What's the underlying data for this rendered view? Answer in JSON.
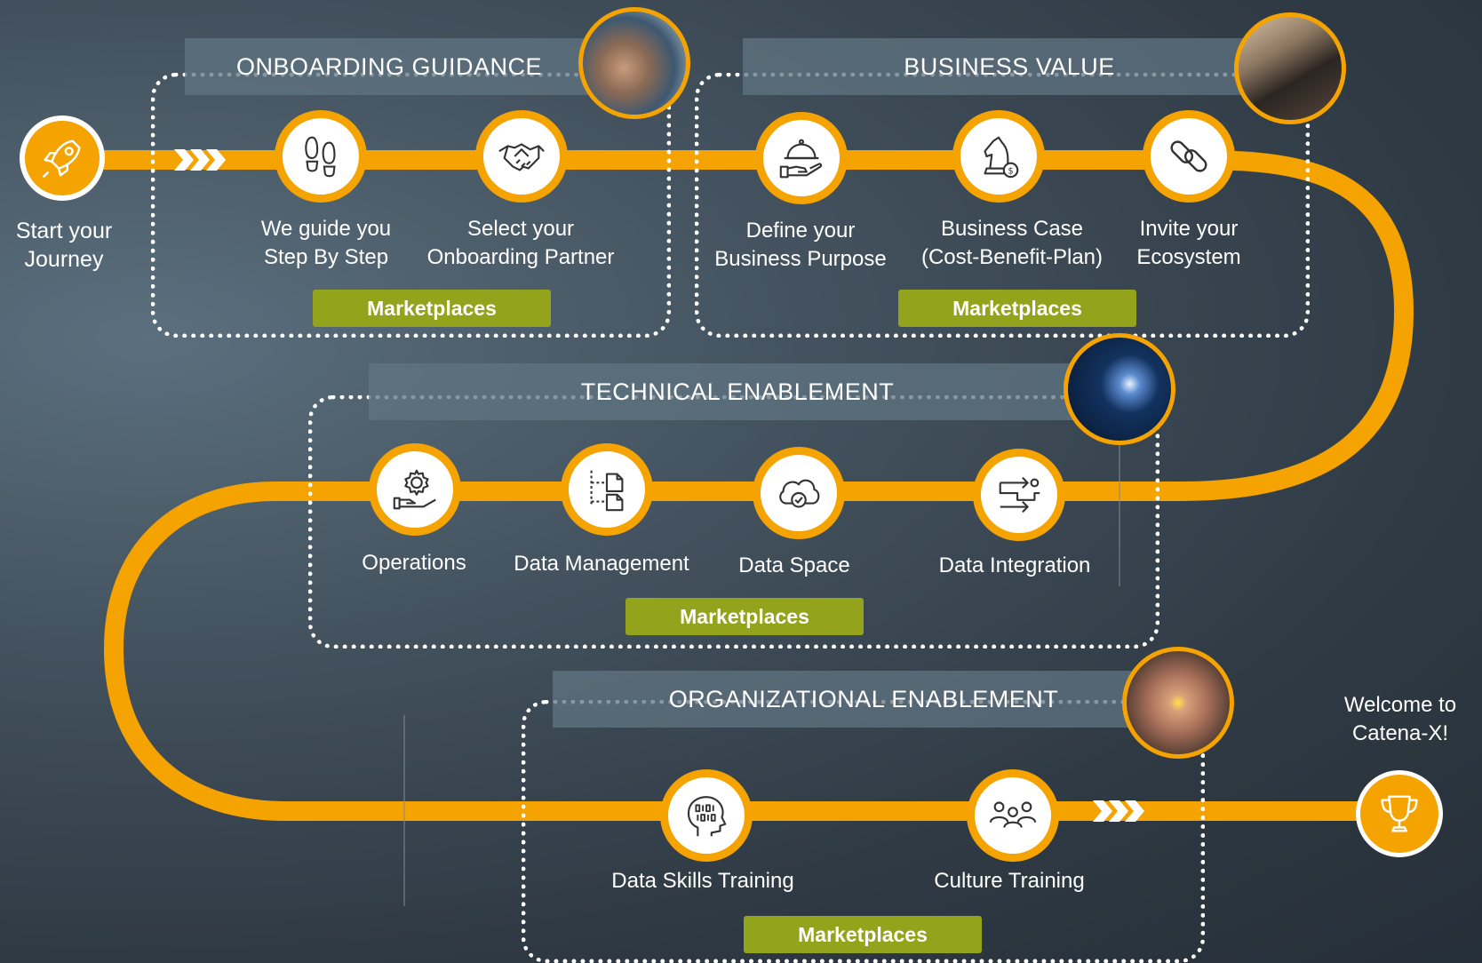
{
  "colors": {
    "road": "#f5a300",
    "marketplace": "#93a41c",
    "background": "#2f3a44"
  },
  "start": {
    "label": "Start your\nJourney",
    "icon": "rocket-icon"
  },
  "end": {
    "label": "Welcome to\nCatena-X!",
    "icon": "trophy-icon"
  },
  "sections": [
    {
      "title": "ONBOARDING GUIDANCE",
      "photo": "handshake-team-photo",
      "marketplace": "Marketplaces",
      "steps": [
        {
          "label": "We guide you\nStep By Step",
          "icon": "footprints-icon"
        },
        {
          "label": "Select your\nOnboarding Partner",
          "icon": "handshake-icon"
        }
      ]
    },
    {
      "title": "BUSINESS VALUE",
      "photo": "laptop-photo",
      "marketplace": "Marketplaces",
      "steps": [
        {
          "label": "Define your\nBusiness Purpose",
          "icon": "service-hand-icon"
        },
        {
          "label": "Business Case\n(Cost-Benefit-Plan)",
          "icon": "chess-knight-icon"
        },
        {
          "label": "Invite your\nEcosystem",
          "icon": "link-icon"
        }
      ]
    },
    {
      "title": "TECHNICAL ENABLEMENT",
      "photo": "rocket-launch-photo",
      "marketplace": "Marketplaces",
      "steps": [
        {
          "label": "Operations",
          "icon": "gear-hand-icon"
        },
        {
          "label": "Data Management",
          "icon": "file-tree-icon"
        },
        {
          "label": "Data Space",
          "icon": "cloud-check-icon"
        },
        {
          "label": "Data Integration",
          "icon": "integration-flow-icon"
        }
      ]
    },
    {
      "title": "ORGANIZATIONAL ENABLEMENT",
      "photo": "hands-flower-photo",
      "marketplace": "Marketplaces",
      "steps": [
        {
          "label": "Data Skills Training",
          "icon": "head-binary-icon"
        },
        {
          "label": "Culture Training",
          "icon": "people-group-icon"
        }
      ]
    }
  ]
}
